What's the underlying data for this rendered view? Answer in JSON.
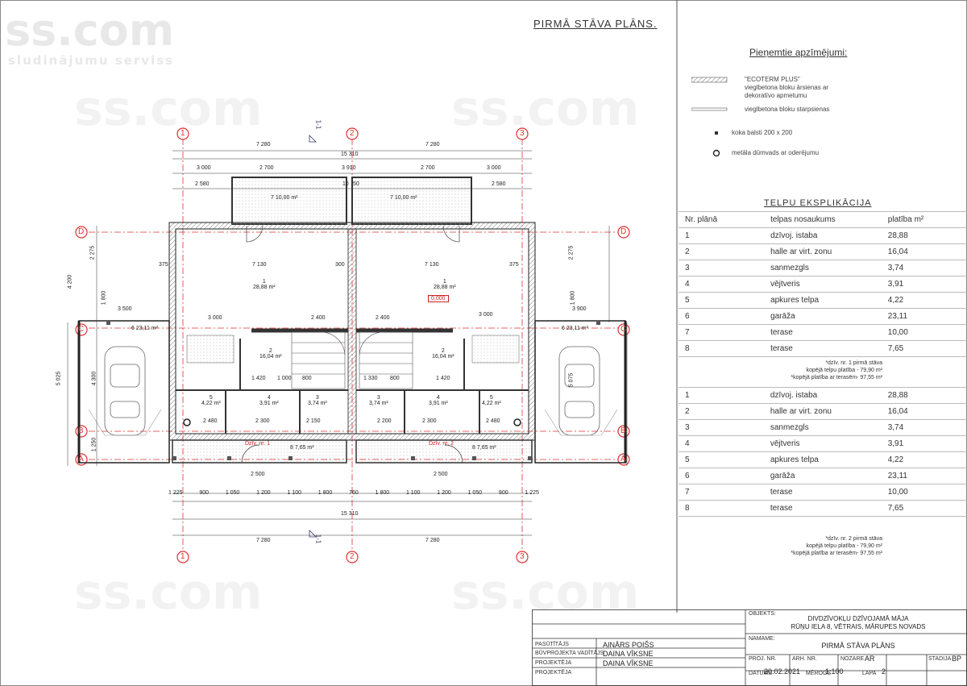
{
  "watermark": {
    "brand": "ss.com",
    "tagline": "sludinājumu serviss"
  },
  "plan": {
    "title": "PIRMĀ STĀVA PLĀNS.",
    "dims_top_half": [
      "7 280",
      "7 280"
    ],
    "dims_top_total": "15 310",
    "dims_top_segments": [
      "3 000",
      "2 700",
      "3 910",
      "2 700",
      "3 000"
    ],
    "dims_terrace": [
      "2 580",
      "10",
      "50",
      "2 580"
    ],
    "terrace_area": "10,00 m²",
    "axes_numbers": [
      "1",
      "2",
      "3"
    ],
    "axes_letters": [
      "D",
      "C",
      "B",
      "A"
    ],
    "section_mark": "1-1",
    "room_labels": [
      {
        "no": "7",
        "area": "10,00 m²"
      },
      {
        "no": "7",
        "area": "10,00 m²"
      },
      {
        "no": "1",
        "area": "28,88 m²"
      },
      {
        "no": "1",
        "area": "28,88 m²"
      },
      {
        "no": "6",
        "area": "23,11 m²"
      },
      {
        "no": "6",
        "area": "23,11 m²"
      },
      {
        "no": "2",
        "area": "16,04 m²"
      },
      {
        "no": "2",
        "area": "16,04 m²"
      },
      {
        "no": "3",
        "area": "3,74 m²"
      },
      {
        "no": "3",
        "area": "3,74 m²"
      },
      {
        "no": "4",
        "area": "3,91 m²"
      },
      {
        "no": "4",
        "area": "3,91 m²"
      },
      {
        "no": "5",
        "area": "4,22 m²"
      },
      {
        "no": "5",
        "area": "4,22 m²"
      },
      {
        "no": "8",
        "area": "7,65 m²"
      },
      {
        "no": "8",
        "area": "7,65 m²"
      }
    ],
    "level_mark": "0,000",
    "apartment_labels": [
      "Dzīv. nr. 1",
      "Dzīv. nr. 2"
    ],
    "inner_dims": [
      "7 130",
      "300",
      "7 130",
      "375",
      "375",
      "3 000",
      "2 400",
      "2 400",
      "3 000",
      "1 420",
      "1 000",
      "800",
      "1 330",
      "800",
      "1 420",
      "2 480",
      "2 300",
      "2 150",
      "2 200",
      "2 300",
      "2 480",
      "2 500",
      "2 500"
    ],
    "dims_bottom_segments": [
      "1 225",
      "900",
      "1 050",
      "1 200",
      "1 100",
      "1 800",
      "760",
      "1 800",
      "1 100",
      "1 200",
      "1 050",
      "900",
      "1 225"
    ],
    "dims_bottom_total": "15 310",
    "dims_bottom_half": [
      "7 280",
      "7 280"
    ],
    "dims_left": [
      "2 275",
      "4 200",
      "1 800",
      "3 500",
      "5 025",
      "4 300",
      "1 250"
    ],
    "dims_right": [
      "2 275",
      "1 800",
      "3 900",
      "5 075"
    ]
  },
  "legend": {
    "title": "Pieņemtie apzīmējumi:",
    "items": [
      "\"ECOTERM PLUS\" vieglbetona bloku ārsienas ar dekoratīvo apmetumu",
      "vieglbetona bloku starpsienas",
      "koka balsti 200 x 200",
      "metāla dūmvads ar oderējumu"
    ]
  },
  "explication": {
    "title": "TELPU EKSPLIKĀCIJA",
    "headers": [
      "Nr. plānā",
      "telpas nosaukums",
      "platība m²"
    ],
    "rows_1": [
      [
        "1",
        "dzīvoj. istaba",
        "28,88"
      ],
      [
        "2",
        "halle ar virt. zonu",
        "16,04"
      ],
      [
        "3",
        "sanmezgls",
        "3,74"
      ],
      [
        "4",
        "vējtveris",
        "3,91"
      ],
      [
        "5",
        "apkures telpa",
        "4,22"
      ],
      [
        "6",
        "garāža",
        "23,11"
      ],
      [
        "7",
        "terase",
        "10,00"
      ],
      [
        "8",
        "terase",
        "7,65"
      ]
    ],
    "note_1": [
      "*dzīv. nr. 1 pirmā stāva",
      "kopējā telpu platība - 79,90 m²",
      "*kopējā platība ar terasēm- 97,55 m²"
    ],
    "rows_2": [
      [
        "1",
        "dzīvoj. istaba",
        "28,88"
      ],
      [
        "2",
        "halle ar virt. zonu",
        "16,04"
      ],
      [
        "3",
        "sanmezgls",
        "3,74"
      ],
      [
        "4",
        "vējtveris",
        "3,91"
      ],
      [
        "5",
        "apkures telpa",
        "4,22"
      ],
      [
        "6",
        "garāža",
        "23,11"
      ],
      [
        "7",
        "terase",
        "10,00"
      ],
      [
        "8",
        "terase",
        "7,65"
      ]
    ],
    "note_2": [
      "*dzīv. nr. 2 pirmā stāva",
      "kopējā telpu platība - 79,90 m²",
      "*kopējā platība ar terasēm- 97,55 m²"
    ]
  },
  "title_block": {
    "object_label": "OBJEKTS:",
    "object_lines": [
      "DIVDZĪVOKĻU DZĪVOJAMĀ MĀJA",
      "RŪŅU IELA 8, VĒTRAIS, MĀRUPES NOVADS"
    ],
    "sheet_label": "NAMAME:",
    "sheet_name": "PIRMĀ STĀVA PLĀNS",
    "rows": [
      {
        "label": "PASŪTĪTĀJS",
        "value": "AINĀRS POIŠS"
      },
      {
        "label": "BŪVPROJEKTA VADĪTĀJS",
        "value": "DAINA VĪKSNE"
      },
      {
        "label": "PROJEKTĒJA",
        "value": "DAINA VĪKSNE"
      },
      {
        "label": "PROJEKTĒJA",
        "value": ""
      }
    ],
    "bottom": {
      "pasuta_label": "PROJ. NR.",
      "arh_label": "ARH. NR.",
      "nozare_label": "NOZARE",
      "nozare": "AR",
      "stadija_label": "STADIJA",
      "stadija": "BP",
      "date_label": "DATUMS",
      "date": "20.02.2021",
      "scale_label": "MĒROGS",
      "scale": "1:100",
      "sheet_no_label": "LAPA",
      "sheet_no": "2"
    }
  }
}
